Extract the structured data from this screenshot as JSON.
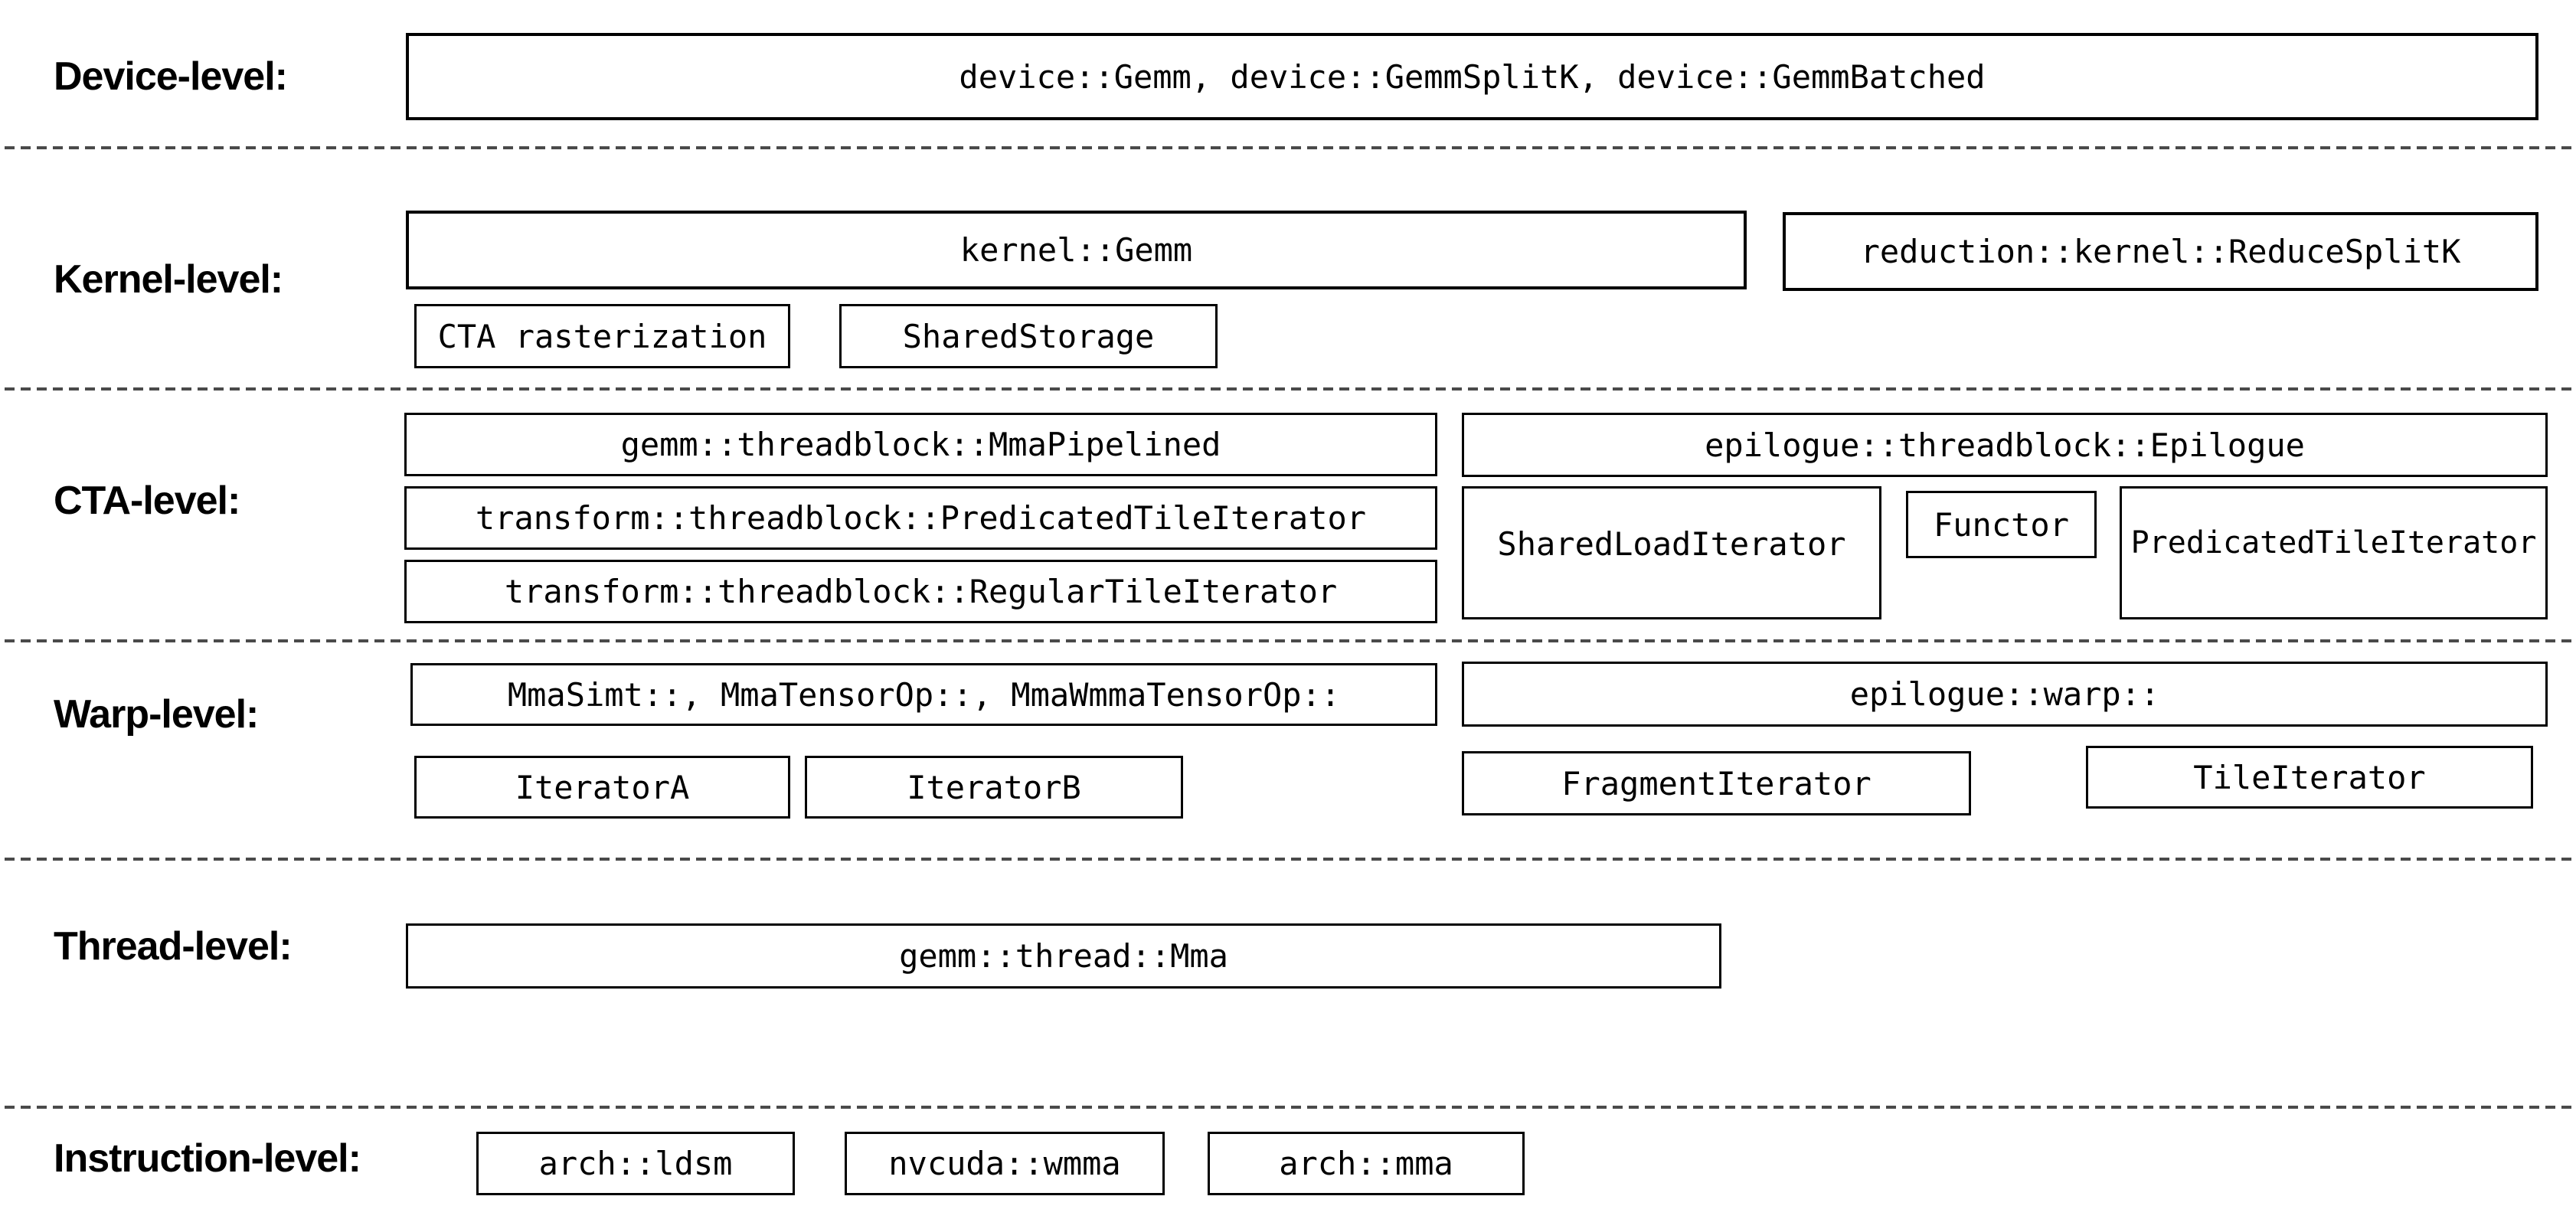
{
  "diagram": {
    "title": "CUTLASS GEMM component hierarchy",
    "colors": {
      "background": "#ffffff",
      "box_border": "#000000",
      "text": "#000000",
      "divider": "#4a4a4a"
    },
    "rows": [
      {
        "label": "Device-level:",
        "boxes": [
          {
            "text": "device::Gemm, device::GemmSplitK, device::GemmBatched"
          }
        ]
      },
      {
        "label": "Kernel-level:",
        "boxes": [
          {
            "text": "kernel::Gemm"
          },
          {
            "text": "reduction::kernel::ReduceSplitK"
          },
          {
            "text": "CTA rasterization"
          },
          {
            "text": "SharedStorage"
          }
        ]
      },
      {
        "label": "CTA-level:",
        "boxes": [
          {
            "text": "gemm::threadblock::MmaPipelined"
          },
          {
            "text": "epilogue::threadblock::Epilogue"
          },
          {
            "text": "transform::threadblock::PredicatedTileIterator"
          },
          {
            "text": "SharedLoadIterator"
          },
          {
            "text": "Functor"
          },
          {
            "text": "PredicatedTileIterator"
          },
          {
            "text": "transform::threadblock::RegularTileIterator"
          }
        ]
      },
      {
        "label": "Warp-level:",
        "boxes": [
          {
            "text": "MmaSimt::, MmaTensorOp::, MmaWmmaTensorOp::"
          },
          {
            "text": "epilogue::warp::"
          },
          {
            "text": "IteratorA"
          },
          {
            "text": "IteratorB"
          },
          {
            "text": "FragmentIterator"
          },
          {
            "text": "TileIterator"
          }
        ]
      },
      {
        "label": "Thread-level:",
        "boxes": [
          {
            "text": "gemm::thread::Mma"
          }
        ]
      },
      {
        "label": "Instruction-level:",
        "boxes": [
          {
            "text": "arch::ldsm"
          },
          {
            "text": "nvcuda::wmma"
          },
          {
            "text": "arch::mma"
          }
        ]
      }
    ]
  }
}
